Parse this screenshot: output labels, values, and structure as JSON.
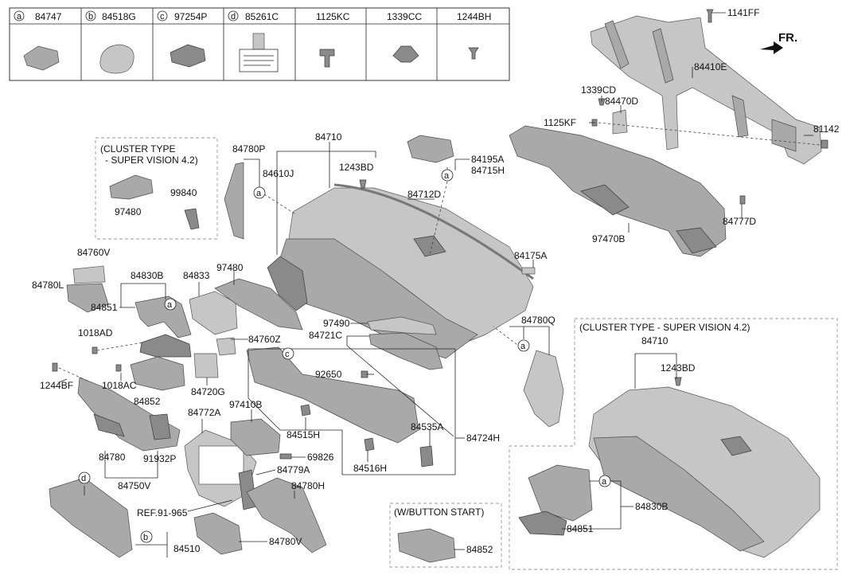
{
  "legend_table": [
    {
      "key": "a",
      "part": "84747"
    },
    {
      "key": "b",
      "part": "84518G"
    },
    {
      "key": "c",
      "part": "97254P"
    },
    {
      "key": "d",
      "part": "85261C"
    },
    {
      "key": "",
      "part": "1125KC"
    },
    {
      "key": "",
      "part": "1339CC"
    },
    {
      "key": "",
      "part": "1244BH"
    }
  ],
  "direction": "FR.",
  "boxes": {
    "cluster_small": "(CLUSTER TYPE",
    "cluster_small_2": "- SUPER VISION 4.2)",
    "cluster_large": "(CLUSTER TYPE - SUPER VISION 4.2)",
    "button_start": "(W/BUTTON START)"
  },
  "callout_letters": {
    "a": "a",
    "b": "b",
    "c": "c",
    "d": "d"
  },
  "labels": {
    "l_1141FF": "1141FF",
    "l_84410E": "84410E",
    "l_1339CD": "1339CD",
    "l_84470D": "84470D",
    "l_1125KF": "1125KF",
    "l_81142": "81142",
    "l_84777D": "84777D",
    "l_97470B": "97470B",
    "l_84195A": "84195A",
    "l_84715H": "84715H",
    "l_84710": "84710",
    "l_84780P": "84780P",
    "l_84610J": "84610J",
    "l_1243BD": "1243BD",
    "l_84712D": "84712D",
    "l_97480a": "97480",
    "l_99840": "99840",
    "l_84175A": "84175A",
    "l_84760V": "84760V",
    "l_84780L": "84780L",
    "l_84830B": "84830B",
    "l_84833": "84833",
    "l_97480b": "97480",
    "l_84851": "84851",
    "l_1018AD": "1018AD",
    "l_84760Z": "84760Z",
    "l_97490": "97490",
    "l_84721C": "84721C",
    "l_84780Q": "84780Q",
    "l_1244BF": "1244BF",
    "l_1018AC": "1018AC",
    "l_84852": "84852",
    "l_84720G": "84720G",
    "l_92650": "92650",
    "l_97410B": "97410B",
    "l_84772A": "84772A",
    "l_84515H": "84515H",
    "l_84535A": "84535A",
    "l_84724H": "84724H",
    "l_84780": "84780",
    "l_91932P": "91932P",
    "l_69826": "69826",
    "l_84779A": "84779A",
    "l_84516H": "84516H",
    "l_84750V": "84750V",
    "l_84780H": "84780H",
    "l_REF": "REF.91-965",
    "l_84510": "84510",
    "l_84780V": "84780V",
    "l_84852b": "84852",
    "l_84710b": "84710",
    "l_1243BDb": "1243BD",
    "l_84830Bb": "84830B",
    "l_84851b": "84851"
  }
}
